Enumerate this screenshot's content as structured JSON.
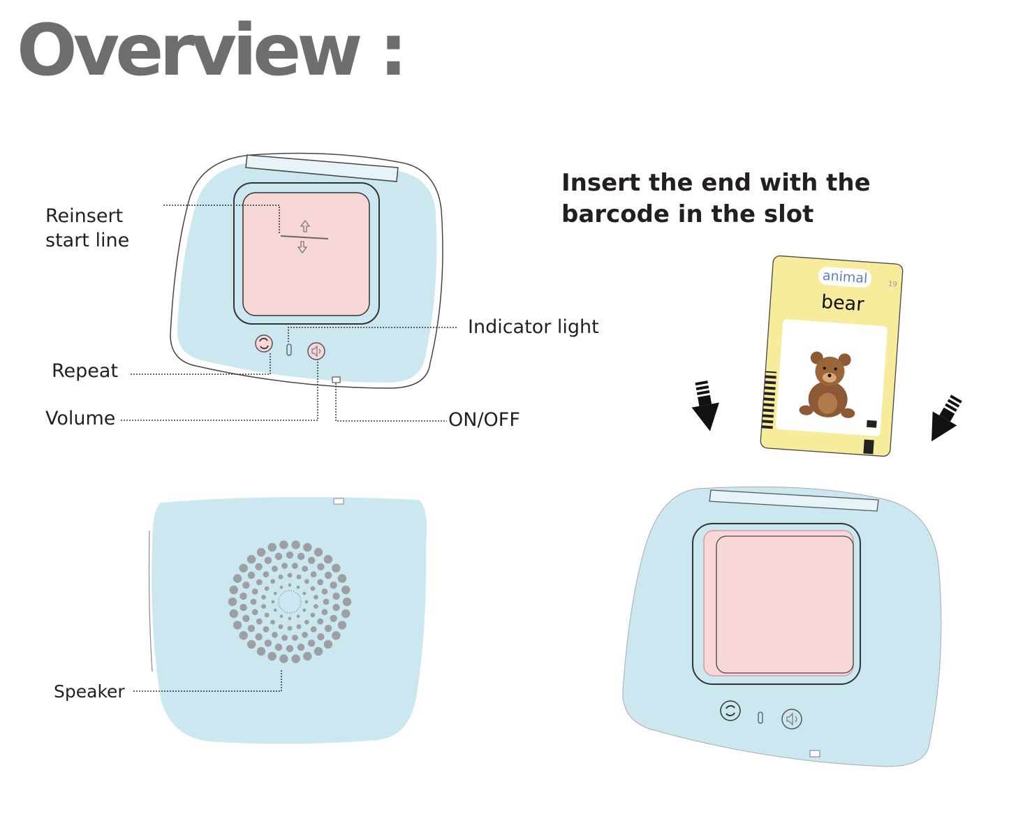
{
  "title": "Overview :",
  "instruction": {
    "line1": "Insert the end with the",
    "line2": "barcode in the slot"
  },
  "labels": {
    "reinsert_line1": "Reinsert",
    "reinsert_line2": "start line",
    "repeat": "Repeat",
    "volume": "Volume",
    "indicator": "Indicator light",
    "onoff": "ON/OFF",
    "speaker": "Speaker"
  },
  "card": {
    "category": "animal",
    "word": "bear",
    "number": "19"
  },
  "colors": {
    "device_body": "#cbe8f0",
    "card_slot": "#f8d7d8",
    "card_yellow": "#f7ec9c",
    "title_gray": "#6e6e6e",
    "speaker_dot": "#9d9fa2"
  },
  "icons": {
    "repeat": "repeat-icon",
    "volume": "speaker-volume-icon",
    "insert_arrow": "down-arrow-icon"
  }
}
